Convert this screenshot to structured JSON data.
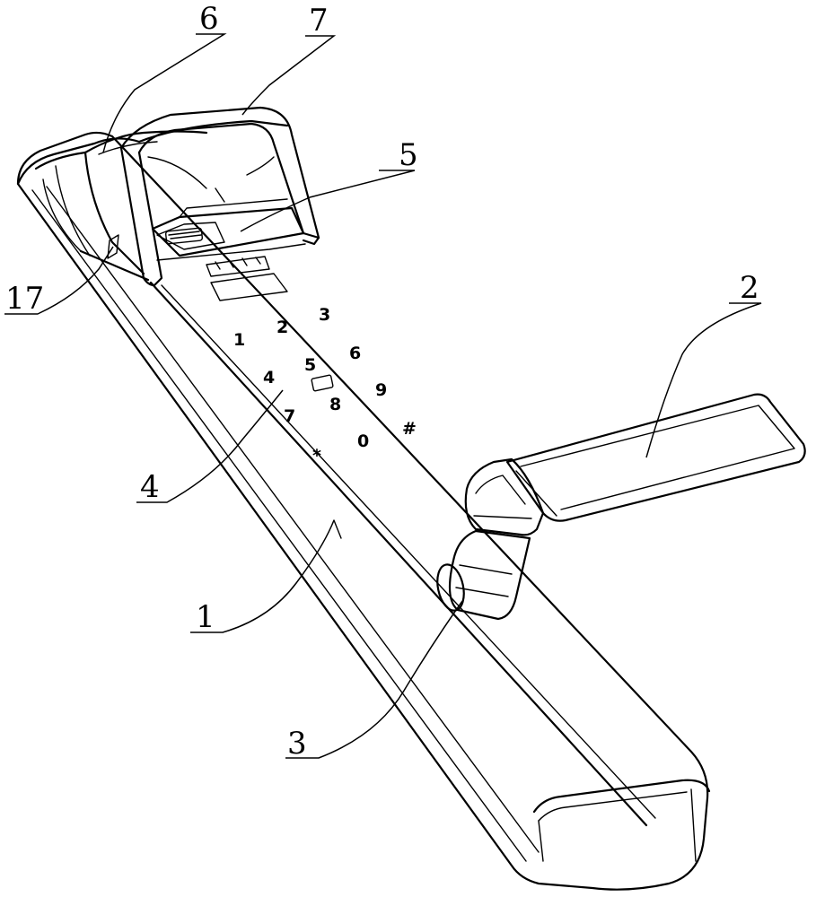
{
  "labels": [
    {
      "id": "label-1",
      "text": "1"
    },
    {
      "id": "label-2",
      "text": "2"
    },
    {
      "id": "label-3",
      "text": "3"
    },
    {
      "id": "label-4",
      "text": "4"
    },
    {
      "id": "label-5",
      "text": "5"
    },
    {
      "id": "label-6",
      "text": "6"
    },
    {
      "id": "label-7",
      "text": "7"
    },
    {
      "id": "label-17",
      "text": "17"
    }
  ],
  "keypad": [
    "1",
    "2",
    "3",
    "4",
    "5",
    "6",
    "7",
    "8",
    "9",
    "*",
    "0",
    "#"
  ]
}
